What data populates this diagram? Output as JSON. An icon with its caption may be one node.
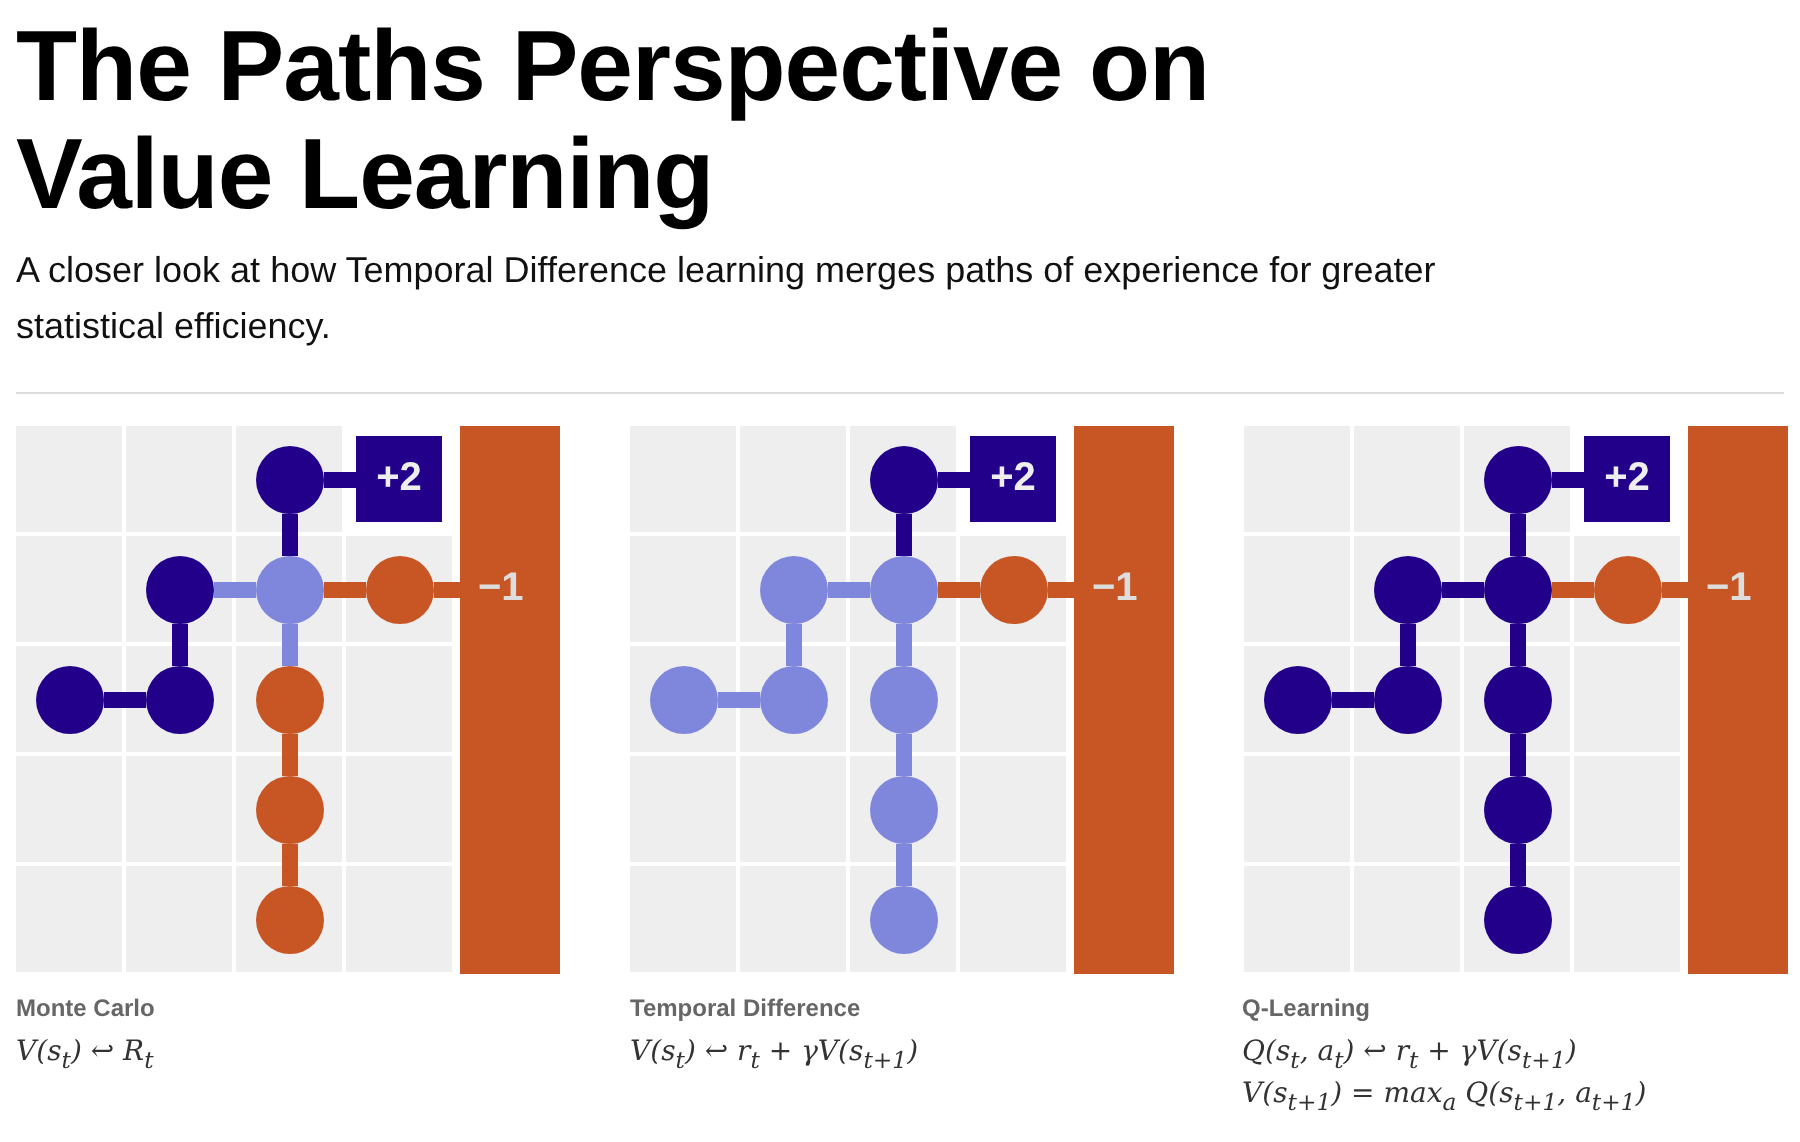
{
  "diagram": {
    "title": "The Paths Perspective on Value Learning",
    "nodes": [
      {
        "text": [
          "+2"
        ]
      },
      {
        "text": [
          "−1"
        ]
      },
      {
        "text": [],
        "shape": "circle"
      },
      {
        "text": [],
        "shape": "circle"
      },
      {
        "text": [],
        "shape": "circle"
      },
      {
        "text": [],
        "shape": "circle"
      },
      {
        "text": [],
        "shape": "circle"
      },
      {
        "text": [],
        "shape": "circle"
      },
      {
        "text": [],
        "shape": "circle"
      },
      {
        "text": [],
        "shape": "circle"
      },
      {
        "text": [],
        "shape": "circle"
      },
      {
        "text": [
          "+2"
        ]
      },
      {
        "text": [
          "−1"
        ]
      },
      {
        "text": [],
        "shape": "circle"
      },
      {
        "text": [],
        "shape": "circle"
      },
      {
        "text": [],
        "shape": "circle"
      },
      {
        "text": [],
        "shape": "circle"
      },
      {
        "text": [],
        "shape": "circle"
      },
      {
        "text": [],
        "shape": "circle"
      },
      {
        "text": [],
        "shape": "circle"
      },
      {
        "text": [],
        "shape": "circle"
      },
      {
        "text": [],
        "shape": "circle"
      },
      {
        "text": [
          "+2"
        ]
      },
      {
        "text": [
          "−1"
        ]
      },
      {
        "text": [],
        "shape": "circle"
      },
      {
        "text": [],
        "shape": "circle"
      },
      {
        "text": [],
        "shape": "circle"
      },
      {
        "text": [],
        "shape": "circle"
      },
      {
        "text": [],
        "shape": "circle"
      },
      {
        "text": [],
        "shape": "circle"
      },
      {
        "text": [],
        "shape": "circle"
      },
      {
        "text": [],
        "shape": "circle"
      },
      {
        "text": [],
        "shape": "circle"
      }
    ],
    "edges": [
      {
        "from": 2,
        "to": 0,
        "arrow": "none"
      },
      {
        "from": 2,
        "to": 4,
        "arrow": "none"
      },
      {
        "from": 3,
        "to": 4,
        "arrow": "none",
        "color": "#7f87dc"
      },
      {
        "from": 3,
        "to": 7,
        "arrow": "none"
      },
      {
        "from": 7,
        "to": 6,
        "arrow": "none"
      },
      {
        "from": 4,
        "to": 5,
        "arrow": "none",
        "color": "#c85625"
      },
      {
        "from": 5,
        "to": 1,
        "arrow": "none",
        "color": "#c85625"
      },
      {
        "from": 4,
        "to": 8,
        "arrow": "none",
        "color": "#7f87dc"
      },
      {
        "from": 8,
        "to": 9,
        "arrow": "none",
        "color": "#c85625"
      },
      {
        "from": 9,
        "to": 10,
        "arrow": "none",
        "color": "#c85625"
      },
      {
        "from": 13,
        "to": 11,
        "arrow": "none"
      },
      {
        "from": 13,
        "to": 15,
        "arrow": "none"
      },
      {
        "from": 14,
        "to": 15,
        "arrow": "none",
        "color": "#7f87dc"
      },
      {
        "from": 14,
        "to": 18,
        "arrow": "none",
        "color": "#7f87dc"
      },
      {
        "from": 18,
        "to": 17,
        "arrow": "none",
        "color": "#7f87dc"
      },
      {
        "from": 15,
        "to": 16,
        "arrow": "none",
        "color": "#c85625"
      },
      {
        "from": 16,
        "to": 12,
        "arrow": "none",
        "color": "#c85625"
      },
      {
        "from": 15,
        "to": 19,
        "arrow": "none",
        "color": "#7f87dc"
      },
      {
        "from": 19,
        "to": 20,
        "arrow": "none",
        "color": "#7f87dc"
      },
      {
        "from": 20,
        "to": 21,
        "arrow": "none",
        "color": "#7f87dc"
      },
      {
        "from": 24,
        "to": 22,
        "arrow": "none"
      },
      {
        "from": 24,
        "to": 26,
        "arrow": "none"
      },
      {
        "from": 25,
        "to": 26,
        "arrow": "none"
      },
      {
        "from": 25,
        "to": 29,
        "arrow": "none"
      },
      {
        "from": 29,
        "to": 28,
        "arrow": "none"
      },
      {
        "from": 26,
        "to": 27,
        "arrow": "none",
        "color": "#c85625"
      },
      {
        "from": 27,
        "to": 23,
        "arrow": "none",
        "color": "#c85625"
      },
      {
        "from": 26,
        "to": 30,
        "arrow": "none"
      },
      {
        "from": 30,
        "to": 31,
        "arrow": "none"
      },
      {
        "from": 31,
        "to": 32,
        "arrow": "none"
      }
    ],
    "labels": [
      "A closer look at how Temporal Difference learning merges paths of experience for greater statistical efficiency.",
      "Monte Carlo",
      "V(s$_{t}$) ↩ R$_{t}$",
      "Temporal Difference",
      "V(s$_{t}$) ↩ r$_{t}$ + γV(s$_{t+1}$)",
      "Q-Learning",
      "Q(s$_{t}$, a$_{t}$) ↩ r$_{t}$ + γV(s$_{t+1}$)",
      "V(s$_{t+1}$) = max$_{a}$ Q(s$_{t+1}$, a$_{t+1}$)"
    ]
  }
}
